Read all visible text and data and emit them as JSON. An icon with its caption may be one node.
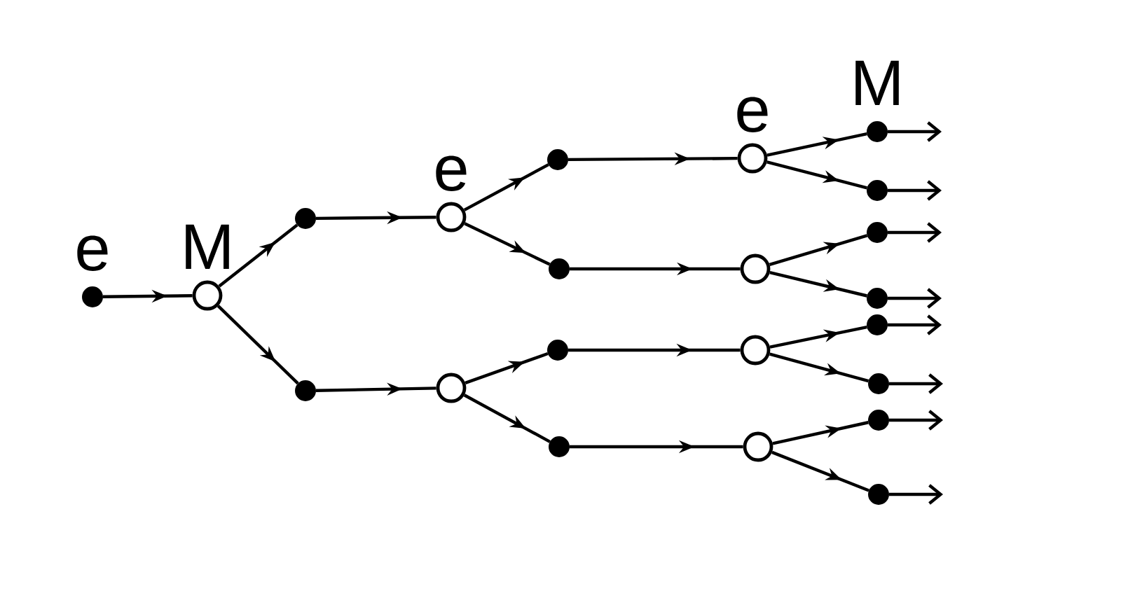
{
  "diagram": {
    "nodes": [
      {
        "text": [],
        "shape": "circle",
        "beside": [
          "e"
        ]
      },
      {
        "text": [],
        "shape": "circle",
        "beside": [
          "M"
        ]
      },
      {
        "text": [],
        "shape": "circle"
      },
      {
        "text": [],
        "shape": "circle"
      },
      {
        "text": [],
        "shape": "circle",
        "beside": [
          "e"
        ]
      },
      {
        "text": [],
        "shape": "circle"
      },
      {
        "text": [],
        "shape": "circle"
      },
      {
        "text": [],
        "shape": "circle"
      },
      {
        "text": [],
        "shape": "circle"
      },
      {
        "text": [],
        "shape": "circle"
      },
      {
        "text": [],
        "shape": "circle",
        "beside": [
          "e"
        ]
      },
      {
        "text": [],
        "shape": "circle"
      },
      {
        "text": [],
        "shape": "circle"
      },
      {
        "text": [],
        "shape": "circle"
      },
      {
        "text": [],
        "shape": "circle",
        "beside": [
          "M"
        ]
      },
      {
        "text": [],
        "shape": "circle"
      },
      {
        "text": [],
        "shape": "circle"
      },
      {
        "text": [],
        "shape": "circle"
      },
      {
        "text": [],
        "shape": "circle"
      },
      {
        "text": [],
        "shape": "circle"
      },
      {
        "text": [],
        "shape": "circle"
      },
      {
        "text": [],
        "shape": "circle"
      }
    ],
    "edges": [
      {
        "from": 0,
        "to": 1,
        "arrow": "to"
      },
      {
        "from": 1,
        "to": 2,
        "arrow": "to"
      },
      {
        "from": 1,
        "to": 3,
        "arrow": "to"
      },
      {
        "from": 2,
        "to": 4,
        "arrow": "to"
      },
      {
        "from": 3,
        "to": 5,
        "arrow": "to"
      },
      {
        "from": 4,
        "to": 6,
        "arrow": "to"
      },
      {
        "from": 4,
        "to": 7,
        "arrow": "to"
      },
      {
        "from": 5,
        "to": 8,
        "arrow": "to"
      },
      {
        "from": 5,
        "to": 9,
        "arrow": "to"
      },
      {
        "from": 6,
        "to": 10,
        "arrow": "to"
      },
      {
        "from": 7,
        "to": 11,
        "arrow": "to"
      },
      {
        "from": 8,
        "to": 12,
        "arrow": "to"
      },
      {
        "from": 9,
        "to": 13,
        "arrow": "to"
      },
      {
        "from": 10,
        "to": 14,
        "arrow": "to"
      },
      {
        "from": 10,
        "to": 15,
        "arrow": "to"
      },
      {
        "from": 11,
        "to": 16,
        "arrow": "to"
      },
      {
        "from": 11,
        "to": 17,
        "arrow": "to"
      },
      {
        "from": 12,
        "to": 18,
        "arrow": "to"
      },
      {
        "from": 12,
        "to": 19,
        "arrow": "to"
      },
      {
        "from": 13,
        "to": 20,
        "arrow": "to"
      },
      {
        "from": 13,
        "to": 21,
        "arrow": "to"
      },
      {
        "from": 14,
        "to": null,
        "arrow": "to"
      },
      {
        "from": 15,
        "to": null,
        "arrow": "to"
      },
      {
        "from": 16,
        "to": null,
        "arrow": "to"
      },
      {
        "from": 17,
        "to": null,
        "arrow": "to"
      },
      {
        "from": 18,
        "to": null,
        "arrow": "to"
      },
      {
        "from": 19,
        "to": null,
        "arrow": "to"
      },
      {
        "from": 20,
        "to": null,
        "arrow": "to"
      },
      {
        "from": 21,
        "to": null,
        "arrow": "to"
      }
    ]
  }
}
